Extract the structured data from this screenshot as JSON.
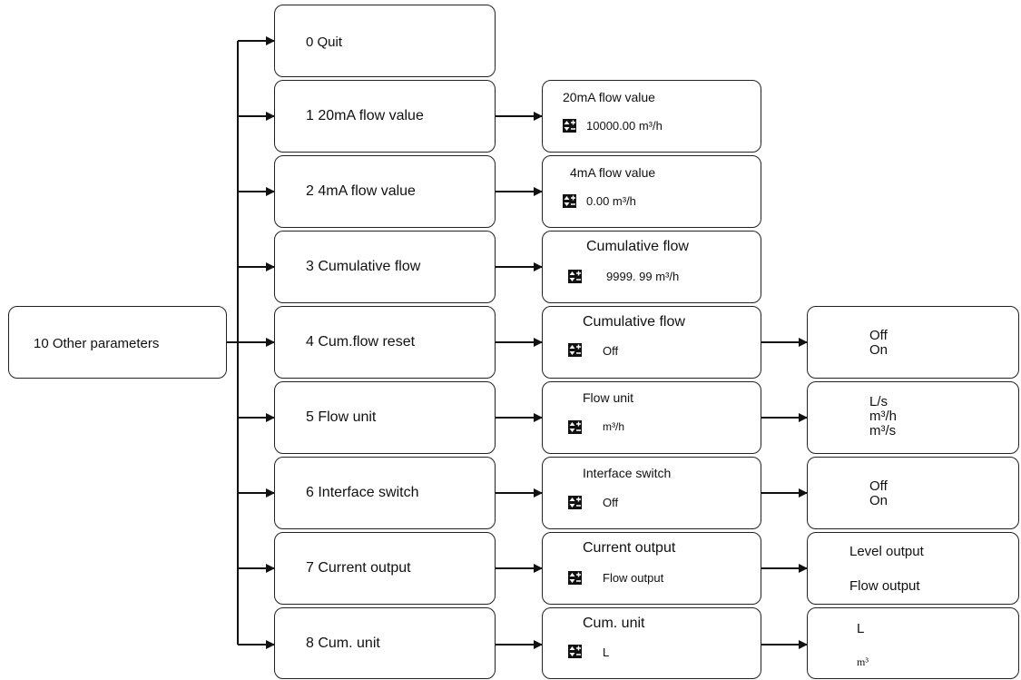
{
  "root": {
    "label": "10 Other parameters"
  },
  "menu": [
    {
      "label": "0 Quit"
    },
    {
      "label": "1 20mA flow value"
    },
    {
      "label": "2 4mA flow value"
    },
    {
      "label": "3 Cumulative flow"
    },
    {
      "label": "4 Cum.flow reset"
    },
    {
      "label": "5 Flow unit"
    },
    {
      "label": "6 Interface switch"
    },
    {
      "label": "7 Current output"
    },
    {
      "label": "8 Cum. unit"
    }
  ],
  "screens": [
    {
      "title": "20mA flow value",
      "value": "10000.00 m³/h"
    },
    {
      "title": "4mA flow value",
      "value": "0.00 m³/h"
    },
    {
      "title": "Cumulative flow",
      "value": "9999. 99 m³/h"
    },
    {
      "title": "Cumulative flow",
      "value": "Off"
    },
    {
      "title": "Flow unit",
      "value": "m³/h"
    },
    {
      "title": "Interface switch",
      "value": "Off"
    },
    {
      "title": "Current output",
      "value": "Flow output"
    },
    {
      "title": "Cum. unit",
      "value": "L"
    }
  ],
  "options": [
    [
      "Off",
      "On"
    ],
    [
      "L/s",
      "m³/h",
      "m³/s"
    ],
    [
      "Off",
      "On"
    ],
    [
      "Level output",
      "Flow output"
    ],
    [
      "L",
      "m³"
    ]
  ],
  "icon": "up-down-adjust-icon"
}
